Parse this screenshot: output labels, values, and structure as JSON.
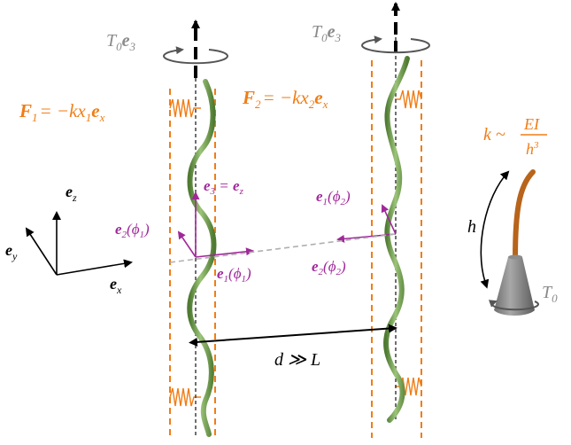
{
  "labels": {
    "torque_left": {
      "base": "T",
      "sub": "0",
      "vec": "e",
      "vsub": "3"
    },
    "torque_right": {
      "base": "T",
      "sub": "0",
      "vec": "e",
      "vsub": "3"
    },
    "force_left": {
      "F": "F",
      "Fsub": "1",
      "rhs": "= −kx",
      "xsub": "1",
      "e": "e",
      "esub": "x"
    },
    "force_right": {
      "F": "F",
      "Fsub": "2",
      "rhs": "= −kx",
      "xsub": "2",
      "e": "e",
      "esub": "x"
    },
    "e3_eq_ez": {
      "a": "e",
      "asub": "3",
      "eq": " = ",
      "b": "e",
      "bsub": "z"
    },
    "e2_phi1": {
      "e": "e",
      "esub": "2",
      "arg": "(ϕ",
      "argsub": "1",
      "close": ")"
    },
    "e1_phi1": {
      "e": "e",
      "esub": "1",
      "arg": "(ϕ",
      "argsub": "1",
      "close": ")"
    },
    "e1_phi2": {
      "e": "e",
      "esub": "1",
      "arg": "(ϕ",
      "argsub": "2",
      "close": ")"
    },
    "e2_phi2": {
      "e": "e",
      "esub": "2",
      "arg": "(ϕ",
      "argsub": "2",
      "close": ")"
    },
    "axis_z": {
      "e": "e",
      "sub": "z"
    },
    "axis_y": {
      "e": "e",
      "sub": "y"
    },
    "axis_x": {
      "e": "e",
      "sub": "x"
    },
    "distance": "d ≫ L",
    "stiffness": {
      "lhs": "k ~",
      "num": "EI",
      "den": "h",
      "densup": "3"
    },
    "height": "h",
    "torque_inset": {
      "base": "T",
      "sub": "0"
    }
  },
  "colors": {
    "orange": "#f07d16",
    "purple": "#a0289a",
    "gray": "#8a8a8a",
    "filament_green": "#6f9a4a",
    "filament_brown": "#b8641a",
    "black": "#000000"
  }
}
